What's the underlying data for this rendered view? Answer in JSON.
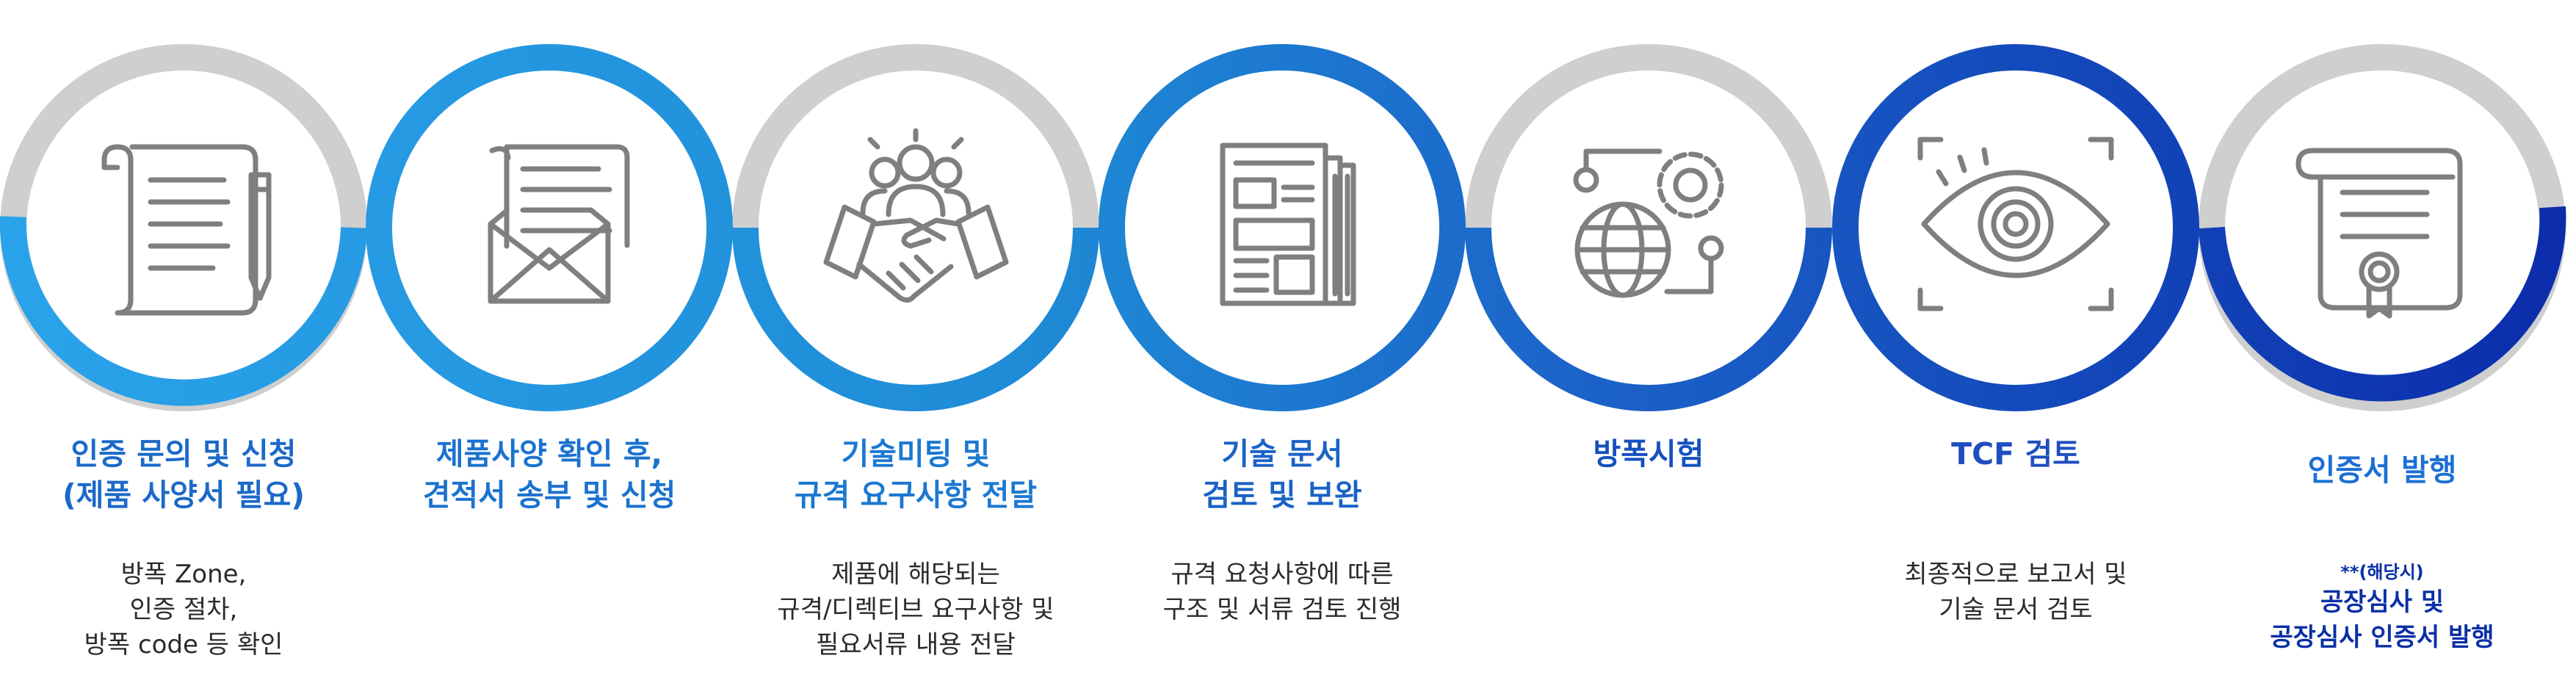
{
  "steps": [
    {
      "title": [
        "인증 문의 및 신청",
        "(제품 사양서 필요)"
      ],
      "title_color": "#1b69c9",
      "desc": [
        "방폭 Zone,",
        "인증 절차,",
        "방폭 code 등 확인"
      ],
      "icon": "document-pen-icon"
    },
    {
      "title": [
        "제품사양 확인 후,",
        "견적서 송부 및 신청"
      ],
      "title_color": "#1b72cf",
      "desc": [],
      "icon": "envelope-letter-icon"
    },
    {
      "title": [
        "기술미팅 및",
        "규격 요구사항 전달"
      ],
      "title_color": "#1b78d2",
      "desc": [
        "제품에 해당되는",
        "규격/디렉티브 요구사항 및",
        "필요서류 내용 전달"
      ],
      "icon": "team-handshake-icon"
    },
    {
      "title": [
        "기술 문서",
        "검토 및 보완"
      ],
      "title_color": "#1a62c6",
      "desc": [
        "규격 요청사항에 따른",
        "구조 및 서류 검토 진행"
      ],
      "icon": "newspaper-icon"
    },
    {
      "title": [
        "방폭시험"
      ],
      "title_color": "#1550be",
      "desc": [],
      "icon": "globe-gear-icon"
    },
    {
      "title": [
        "TCF 검토"
      ],
      "title_color": "#1f4fbf",
      "desc": [
        "최종적으로 보고서 및",
        "기술 문서 검토"
      ],
      "icon": "eye-scan-icon"
    },
    {
      "title": [
        "인증서 발행"
      ],
      "title_color": "#1d6fd4",
      "note": "**(해당시)",
      "desc": [
        "공장심사 및",
        "공장심사 인증서 발행"
      ],
      "icon": "certificate-icon"
    }
  ],
  "colors": {
    "ring_gray": "#cfcfcf",
    "icon_gray": "#7f7f7f",
    "grad_start": "#2aa3ea",
    "grad_mid": "#1e8bd6",
    "grad_end": "#0b2cab"
  }
}
